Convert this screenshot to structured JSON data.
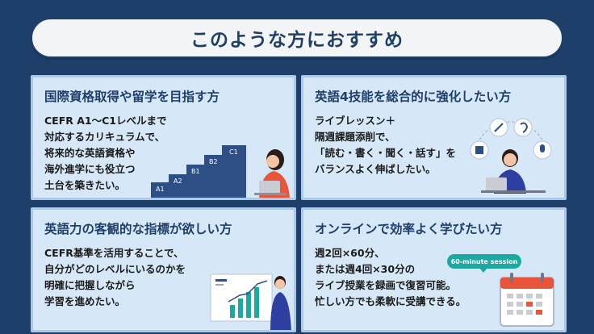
{
  "header": {
    "title": "このような方におすすめ"
  },
  "cards": [
    {
      "title": "国際資格取得や留学を目指す方",
      "lines": [
        "CEFR A1〜C1レベルまで",
        "対応するカリキュラムで、",
        "将来的な英語資格や",
        "海外進学にも役立つ",
        "土台を築きたい。"
      ],
      "stairs": [
        "A1",
        "A2",
        "B1",
        "B2",
        "C1"
      ]
    },
    {
      "title": "英語4技能を総合的に強化したい方",
      "lines": [
        "ライブレッスン＋",
        "隔週課題添削で、",
        "「読む・書く・聞く・話す」を",
        "バランスよく伸ばしたい。"
      ]
    },
    {
      "title": "英語力の客観的な指標が欲しい方",
      "lines": [
        "CEFR基準を活用することで、",
        "自分がどのレベルにいるのかを",
        "明確に把握しながら",
        "学習を進めたい。"
      ]
    },
    {
      "title": "オンラインで効率よく学びたい方",
      "lines": [
        "週2回×60分、",
        "または週4回×30分の",
        "ライブ授業を録画で復習可能。",
        "忙しい方でも柔軟に受講できる。"
      ],
      "badge": "60-minute session"
    }
  ],
  "colors": {
    "navy": "#1f3f6b",
    "card_bg": "#d6e8f8",
    "card_border": "#aac9e8",
    "teal": "#1aa8a0",
    "orange": "#e8553a"
  }
}
